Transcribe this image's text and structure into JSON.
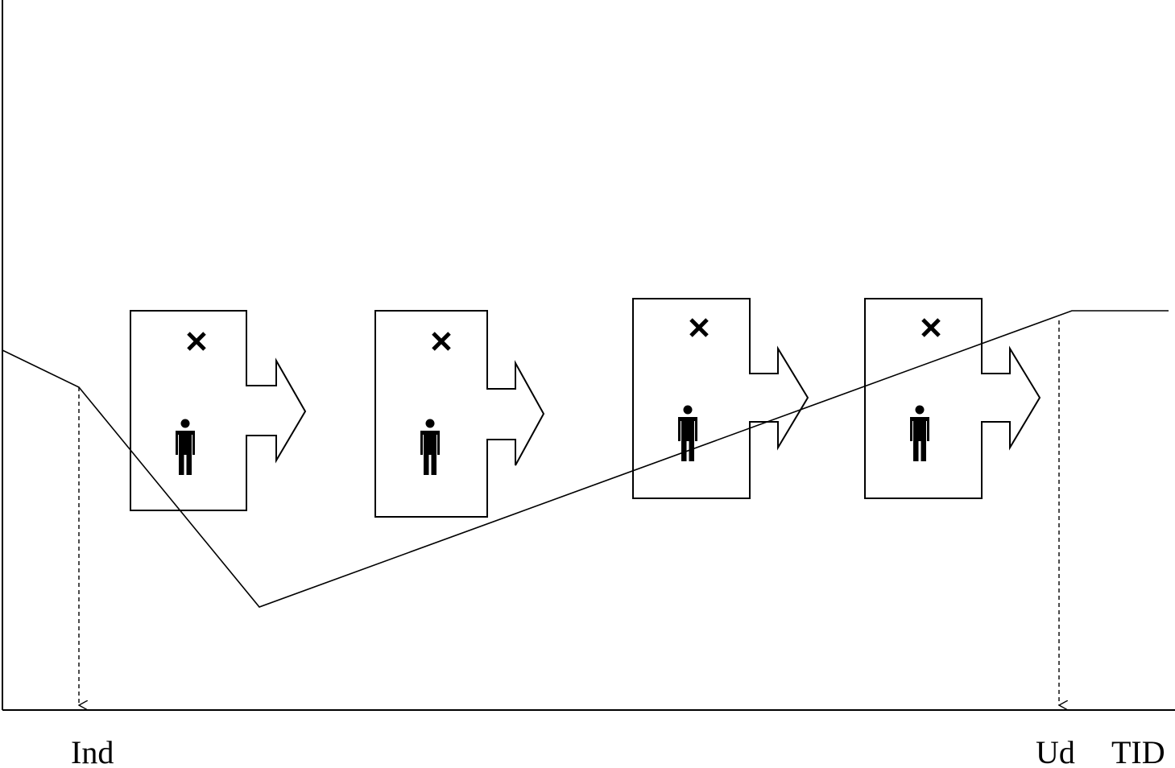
{
  "labels": {
    "ind": "Ind",
    "ud": "Ud",
    "tid": "TID"
  },
  "stages": [
    {
      "id": "stage-1",
      "icon": "close-icon",
      "figure": "person-icon"
    },
    {
      "id": "stage-2",
      "icon": "close-icon",
      "figure": "person-icon"
    },
    {
      "id": "stage-3",
      "icon": "close-icon",
      "figure": "person-icon"
    },
    {
      "id": "stage-4",
      "icon": "close-icon",
      "figure": "person-icon"
    }
  ],
  "colors": {
    "stroke": "#000000",
    "background": "#ffffff"
  }
}
